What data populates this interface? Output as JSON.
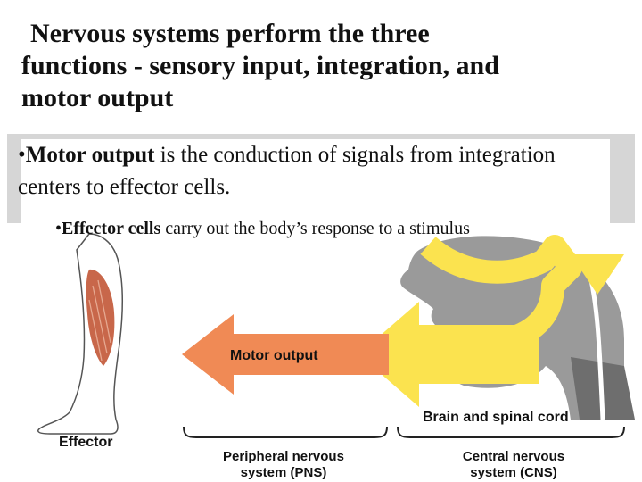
{
  "slide": {
    "title_line1": "Nervous systems perform the three",
    "title_line2": "functions - sensory input, integration, and",
    "title_line3": "motor output",
    "bullet1_bold": "Motor output",
    "bullet1_rest": " is the conduction of signals from integration centers to effector cells.",
    "bullet2_bold": "Effector cells",
    "bullet2_rest": " carry out the body’s response to a stimulus",
    "bullet_glyph": "•"
  },
  "diagram": {
    "arrow_label": "Motor output",
    "effector_label": "Effector",
    "brain_label": "Brain and spinal cord",
    "pns_line1": "Peripheral nervous",
    "pns_line2": "system (PNS)",
    "cns_line1": "Central nervous",
    "cns_line2": "system (CNS)",
    "colors": {
      "motor_arrow": "#f08a55",
      "cns_arrow": "#fbe34f",
      "head": "#9a9a9a",
      "muscle": "#c8674a"
    }
  }
}
